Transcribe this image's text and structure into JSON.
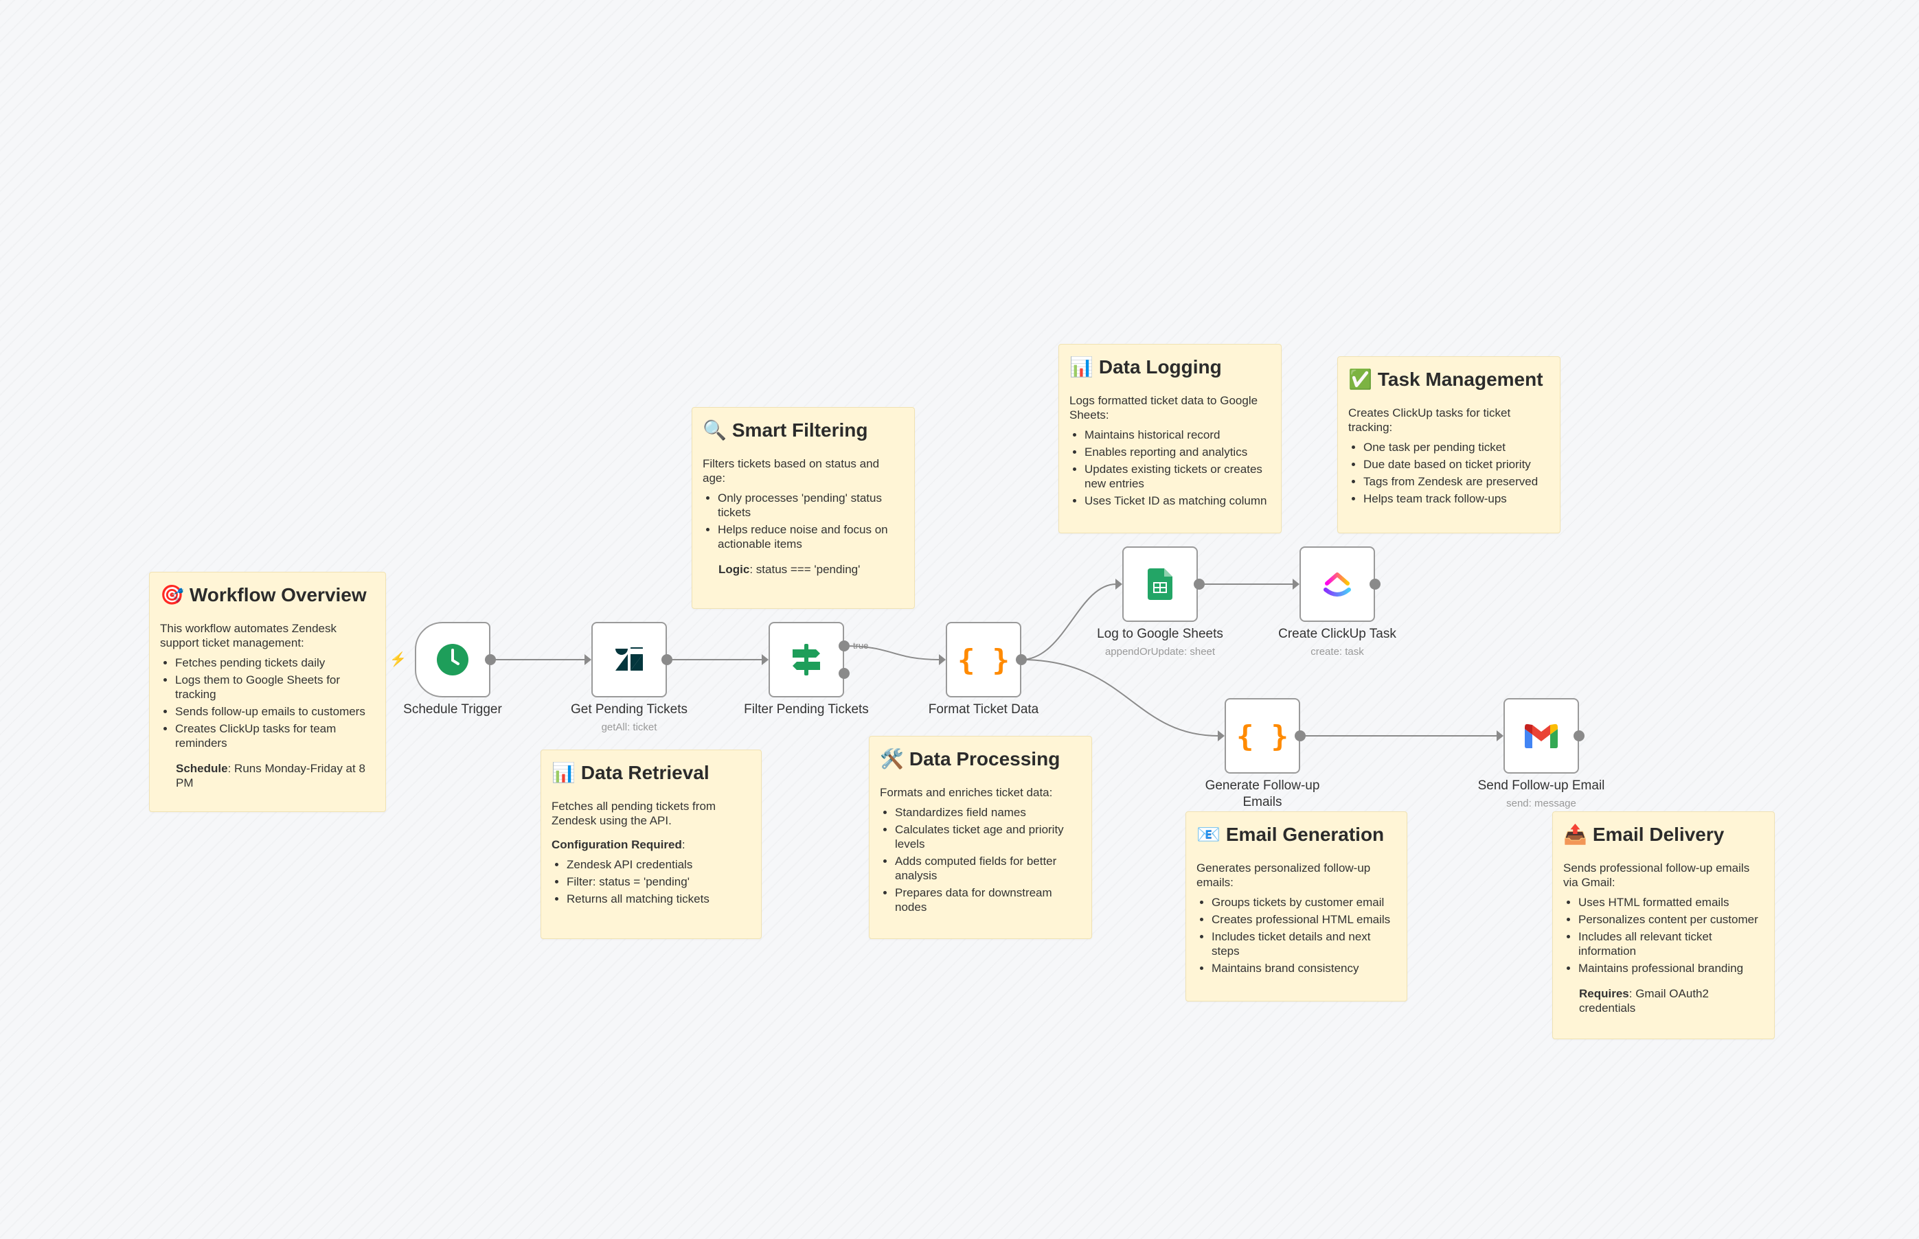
{
  "stickies": {
    "overview": {
      "emoji": "🎯",
      "title": "Workflow Overview",
      "intro": "This workflow automates Zendesk support ticket management:",
      "items": [
        "Fetches pending tickets daily",
        "Logs them to Google Sheets for tracking",
        "Sends follow-up emails to customers",
        "Creates ClickUp tasks for team reminders"
      ],
      "note_label": "Schedule",
      "note_text": ": Runs Monday-Friday at 8 PM"
    },
    "retrieval": {
      "emoji": "📊",
      "title": "Data Retrieval",
      "intro": "Fetches all pending tickets from Zendesk using the API.",
      "config_label": "Configuration Required",
      "config_suffix": ":",
      "items": [
        "Zendesk API credentials",
        "Filter: status = 'pending'",
        "Returns all matching tickets"
      ]
    },
    "filtering": {
      "emoji": "🔍",
      "title": "Smart Filtering",
      "intro": "Filters tickets based on status and age:",
      "items": [
        "Only processes 'pending' status tickets",
        "Helps reduce noise and focus on actionable items"
      ],
      "note_label": "Logic",
      "note_text": ": status === 'pending'"
    },
    "processing": {
      "emoji": "🛠️",
      "title": "Data Processing",
      "intro": "Formats and enriches ticket data:",
      "items": [
        "Standardizes field names",
        "Calculates ticket age and priority levels",
        "Adds computed fields for better analysis",
        "Prepares data for downstream nodes"
      ]
    },
    "logging": {
      "emoji": "📊",
      "title": "Data Logging",
      "intro": "Logs formatted ticket data to Google Sheets:",
      "items": [
        "Maintains historical record",
        "Enables reporting and analytics",
        "Updates existing tickets or creates new entries",
        "Uses Ticket ID as matching column"
      ]
    },
    "tasks": {
      "emoji": "✅",
      "title": "Task Management",
      "intro": "Creates ClickUp tasks for ticket tracking:",
      "items": [
        "One task per pending ticket",
        "Due date based on ticket priority",
        "Tags from Zendesk are preserved",
        "Helps team track follow-ups"
      ]
    },
    "generation": {
      "emoji": "📧",
      "title": "Email Generation",
      "intro": "Generates personalized follow-up emails:",
      "items": [
        "Groups tickets by customer email",
        "Creates professional HTML emails",
        "Includes ticket details and next steps",
        "Maintains brand consistency"
      ]
    },
    "delivery": {
      "emoji": "📤",
      "title": "Email Delivery",
      "intro": "Sends professional follow-up emails via Gmail:",
      "items": [
        "Uses HTML formatted emails",
        "Personalizes content per customer",
        "Includes all relevant ticket information",
        "Maintains professional branding"
      ],
      "note_label": "Requires",
      "note_text": ": Gmail OAuth2 credentials"
    }
  },
  "nodes": {
    "schedule": {
      "label": "Schedule Trigger",
      "icon": "clock-icon"
    },
    "zendesk": {
      "label": "Get Pending Tickets",
      "sub": "getAll: ticket",
      "icon": "zendesk-icon"
    },
    "filter": {
      "label": "Filter Pending Tickets",
      "icon": "signpost-icon",
      "true_label": "true"
    },
    "format": {
      "label": "Format Ticket Data",
      "icon": "code-braces-icon",
      "glyph": "{ }"
    },
    "sheets": {
      "label": "Log to Google Sheets",
      "sub": "appendOrUpdate: sheet",
      "icon": "google-sheets-icon"
    },
    "clickup": {
      "label": "Create ClickUp Task",
      "sub": "create: task",
      "icon": "clickup-icon"
    },
    "generate": {
      "label": "Generate Follow-up Emails",
      "icon": "code-braces-icon",
      "glyph": "{ }"
    },
    "gmail": {
      "label": "Send Follow-up Email",
      "sub": "send: message",
      "icon": "gmail-icon"
    }
  },
  "colors": {
    "sticky_bg": "#fff5d6",
    "code_orange": "#ff8a00",
    "clock_green": "#1e9e5a",
    "sheets_green": "#23a566",
    "edge_gray": "#8a8a8a"
  }
}
